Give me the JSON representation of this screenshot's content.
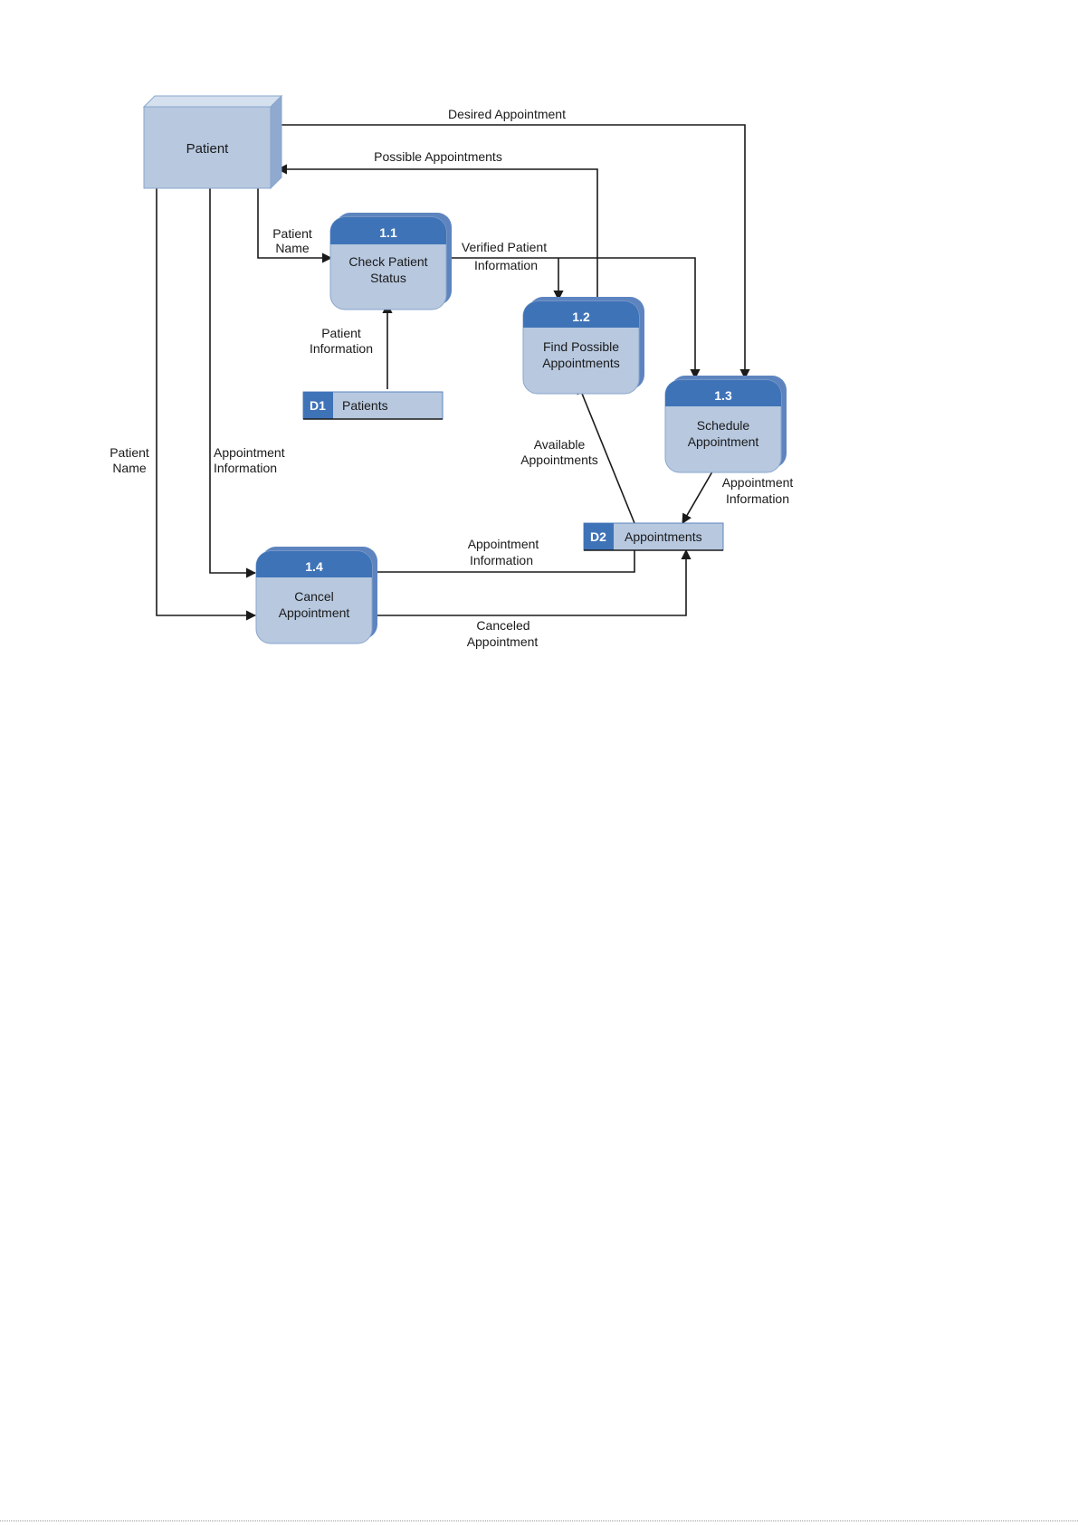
{
  "colors": {
    "box_fill": "#b7c8df",
    "box_shadow": "#6e8fbf",
    "header": "#3f73b7",
    "store_id_fill": "#3f73b7",
    "line": "#1a1a1a"
  },
  "entity": {
    "label": "Patient"
  },
  "processes": [
    {
      "number": "1.1",
      "lines": [
        "Check Patient",
        "Status"
      ]
    },
    {
      "number": "1.2",
      "lines": [
        "Find Possible",
        "Appointments"
      ]
    },
    {
      "number": "1.3",
      "lines": [
        "Schedule",
        "Appointment"
      ]
    },
    {
      "number": "1.4",
      "lines": [
        "Cancel",
        "Appointment"
      ]
    }
  ],
  "stores": [
    {
      "id": "D1",
      "label": "Patients"
    },
    {
      "id": "D2",
      "label": "Appointments"
    }
  ],
  "flows": [
    {
      "name": "desired-appointment",
      "lines": [
        "Desired Appointment"
      ]
    },
    {
      "name": "possible-appointments",
      "lines": [
        "Possible Appointments"
      ]
    },
    {
      "name": "patient-name-top",
      "lines": [
        "Patient",
        "Name"
      ]
    },
    {
      "name": "verified-patient-information",
      "lines": [
        "Verified Patient",
        "Information"
      ]
    },
    {
      "name": "patient-information",
      "lines": [
        "Patient",
        "Information"
      ]
    },
    {
      "name": "patient-name-left",
      "lines": [
        "Patient",
        "Name"
      ]
    },
    {
      "name": "appointment-information-left",
      "lines": [
        "Appointment",
        "Information"
      ]
    },
    {
      "name": "available-appointments",
      "lines": [
        "Available",
        "Appointments"
      ]
    },
    {
      "name": "appointment-information-right",
      "lines": [
        "Appointment",
        "Information"
      ]
    },
    {
      "name": "appointment-information-bottom",
      "lines": [
        "Appointment",
        "Information"
      ]
    },
    {
      "name": "canceled-appointment",
      "lines": [
        "Canceled",
        "Appointment"
      ]
    }
  ]
}
